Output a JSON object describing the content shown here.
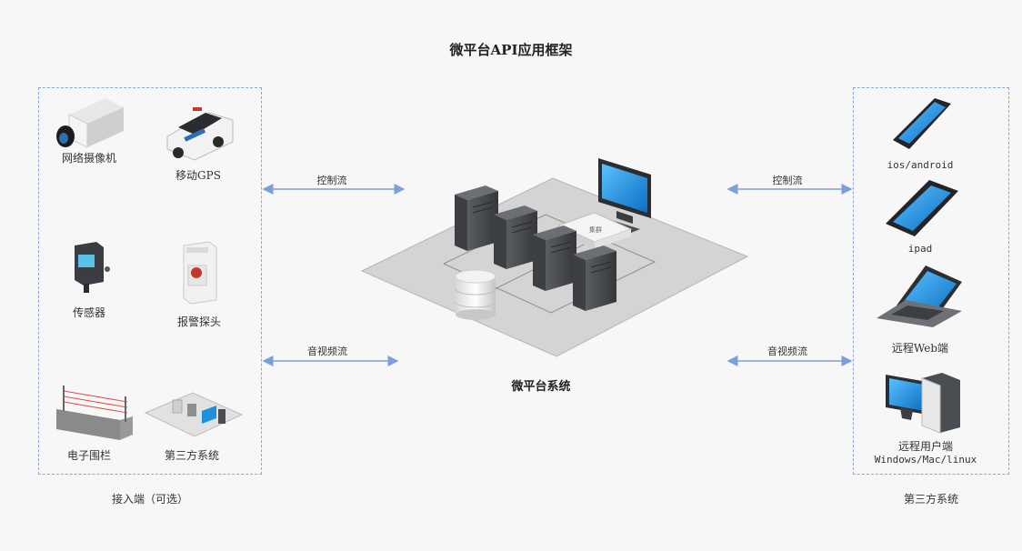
{
  "title": "微平台API应用框架",
  "center": {
    "label": "微平台系统",
    "cluster_tag": "集群"
  },
  "left_group": {
    "caption": "接入端（可选）",
    "devices": [
      {
        "name": "网络摄像机",
        "icon": "network-camera-icon"
      },
      {
        "name": "移动GPS",
        "icon": "gps-van-icon"
      },
      {
        "name": "传感器",
        "icon": "sensor-icon"
      },
      {
        "name": "报警探头",
        "icon": "alarm-probe-icon"
      },
      {
        "name": "电子围栏",
        "icon": "electronic-fence-icon"
      },
      {
        "name": "第三方系统",
        "icon": "third-party-system-icon"
      }
    ]
  },
  "right_group": {
    "caption": "第三方系统",
    "devices": [
      {
        "name": "ios/android",
        "icon": "smartphone-icon"
      },
      {
        "name": "ipad",
        "icon": "tablet-icon"
      },
      {
        "name": "远程Web端",
        "icon": "laptop-icon"
      },
      {
        "name": "远程用户端",
        "sub": "Windows/Mac/linux",
        "icon": "desktop-pc-icon"
      }
    ]
  },
  "flows": {
    "control": "控制流",
    "av": "音视频流"
  },
  "colors": {
    "dash": "#8aa6d4",
    "arrow": "#7b9fd8",
    "screen_blue": "#1f8fe0",
    "server_dark": "#4a4d52"
  }
}
